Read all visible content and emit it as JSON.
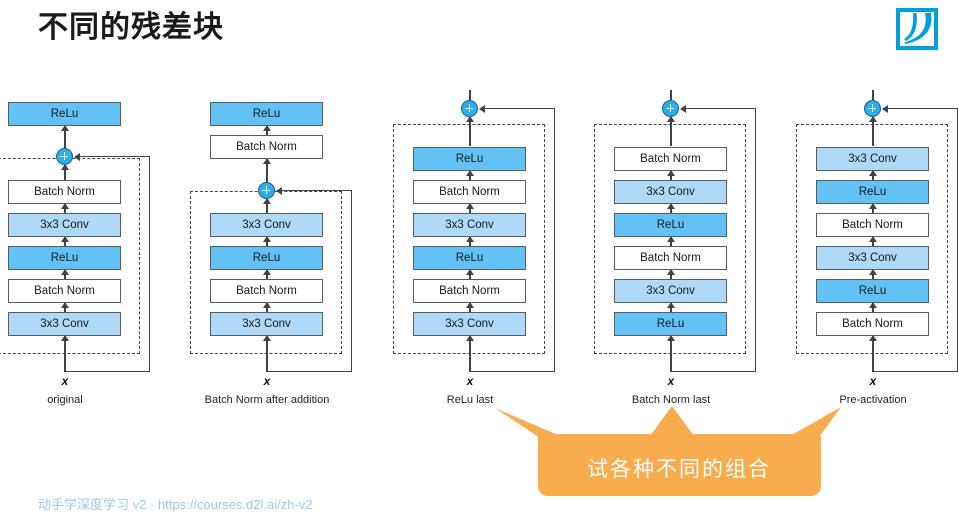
{
  "slide": {
    "title": "不同的残差块",
    "logo_icon": "d2l-logo-icon",
    "logo_color": "#00a0e0",
    "footer": "动手学深度学习 v2 · https://courses.d2l.ai/zh-v2",
    "footer_color": "#9ccbe8"
  },
  "palette": {
    "conv_fill": "#aed9f8",
    "relu_fill": "#63c2f5",
    "bn_fill": "#ffffff",
    "box_border": "#555e66",
    "plus_fill": "#2badee",
    "callout_fill": "#f9ac4e",
    "line": "#3f4348"
  },
  "labels": {
    "relu": "ReLu",
    "batch_norm": "Batch Norm",
    "conv": "3x3 Conv",
    "input": "x",
    "plus": "+"
  },
  "diagram": {
    "columns": [
      {
        "id": "original",
        "caption": "original",
        "input": "x",
        "cropped_left": true,
        "inside_blocks": [
          "3x3 Conv",
          "Batch Norm",
          "ReLu",
          "3x3 Conv",
          "Batch Norm"
        ],
        "after_add_blocks": [
          "ReLu"
        ]
      },
      {
        "id": "batch-norm-after-addition",
        "caption": "Batch Norm after addition",
        "input": "x",
        "cropped_left": false,
        "inside_blocks": [
          "3x3 Conv",
          "Batch Norm",
          "ReLu",
          "3x3 Conv"
        ],
        "after_add_blocks": [
          "Batch Norm",
          "ReLu"
        ]
      },
      {
        "id": "relu-last",
        "caption": "ReLu last",
        "input": "x",
        "cropped_left": false,
        "inside_blocks": [
          "3x3 Conv",
          "Batch Norm",
          "ReLu",
          "3x3 Conv",
          "Batch Norm",
          "ReLu"
        ],
        "after_add_blocks": []
      },
      {
        "id": "batch-norm-last",
        "caption": "Batch Norm last",
        "input": "x",
        "cropped_left": false,
        "inside_blocks": [
          "ReLu",
          "3x3 Conv",
          "Batch Norm",
          "ReLu",
          "3x3 Conv",
          "Batch Norm"
        ],
        "after_add_blocks": []
      },
      {
        "id": "pre-activation",
        "caption": "Pre-activation",
        "input": "x",
        "cropped_left": false,
        "inside_blocks": [
          "Batch Norm",
          "ReLu",
          "3x3 Conv",
          "Batch Norm",
          "ReLu",
          "3x3 Conv"
        ],
        "after_add_blocks": []
      }
    ]
  },
  "callout": {
    "text": "试各种不同的组合",
    "color": "#f9ac4e",
    "arrow_count": 3
  }
}
